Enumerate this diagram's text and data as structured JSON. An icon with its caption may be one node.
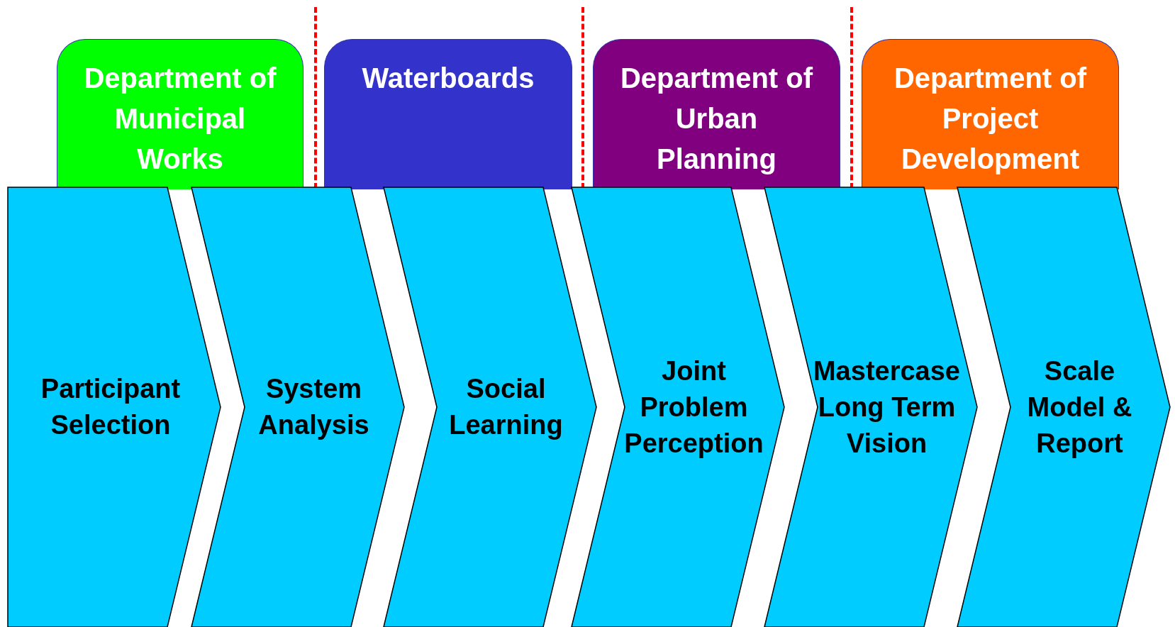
{
  "diagram": {
    "nodes": [
      {
        "text": [
          "Department of Municipal Works"
        ]
      },
      {
        "text": [
          "Waterboards"
        ]
      },
      {
        "text": [
          "Department of Urban Planning"
        ]
      },
      {
        "text": [
          "Department of Project Development"
        ]
      },
      {
        "text": [
          "Participant Selection"
        ]
      },
      {
        "text": [
          "System Analysis"
        ]
      },
      {
        "text": [
          "Social Learning"
        ]
      },
      {
        "text": [
          "Joint Problem Perception"
        ]
      },
      {
        "text": [
          "Mastercase Long Term Vision"
        ]
      },
      {
        "text": [
          "Scale Model & Report"
        ]
      }
    ]
  }
}
